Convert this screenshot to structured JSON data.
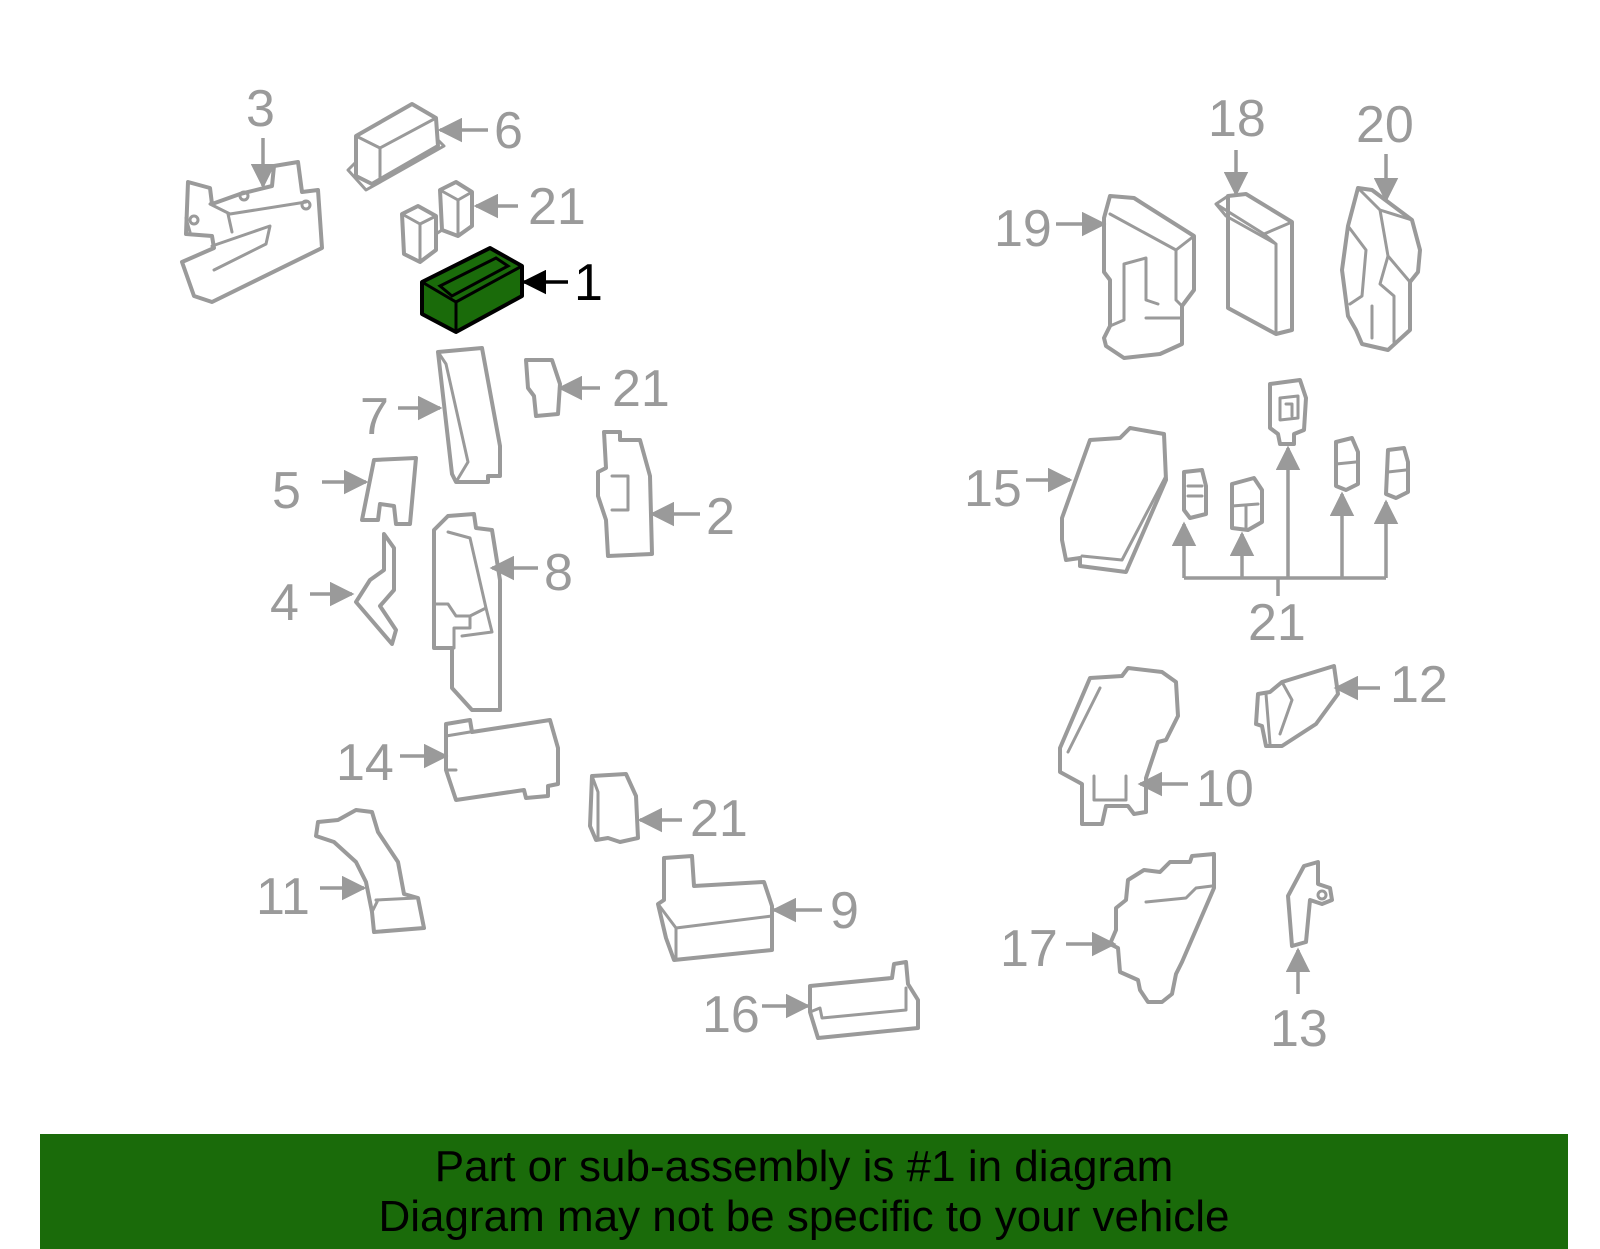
{
  "callouts": {
    "c1": "1",
    "c2": "2",
    "c3": "3",
    "c4": "4",
    "c5": "5",
    "c6": "6",
    "c7": "7",
    "c8": "8",
    "c9": "9",
    "c10": "10",
    "c11": "11",
    "c12": "12",
    "c13": "13",
    "c14": "14",
    "c15": "15",
    "c16": "16",
    "c17": "17",
    "c18": "18",
    "c19": "19",
    "c20": "20",
    "c21a": "21",
    "c21b": "21",
    "c21c": "21",
    "c21d": "21"
  },
  "highlight": {
    "part_number": "1",
    "color": "#1a6b0a"
  },
  "colors": {
    "part_stroke": "#9a9a9a",
    "banner": "#1a6b0a"
  },
  "caption": {
    "line1": "Part or sub-assembly is #1 in diagram",
    "line2": "Diagram may not be specific to your vehicle"
  }
}
